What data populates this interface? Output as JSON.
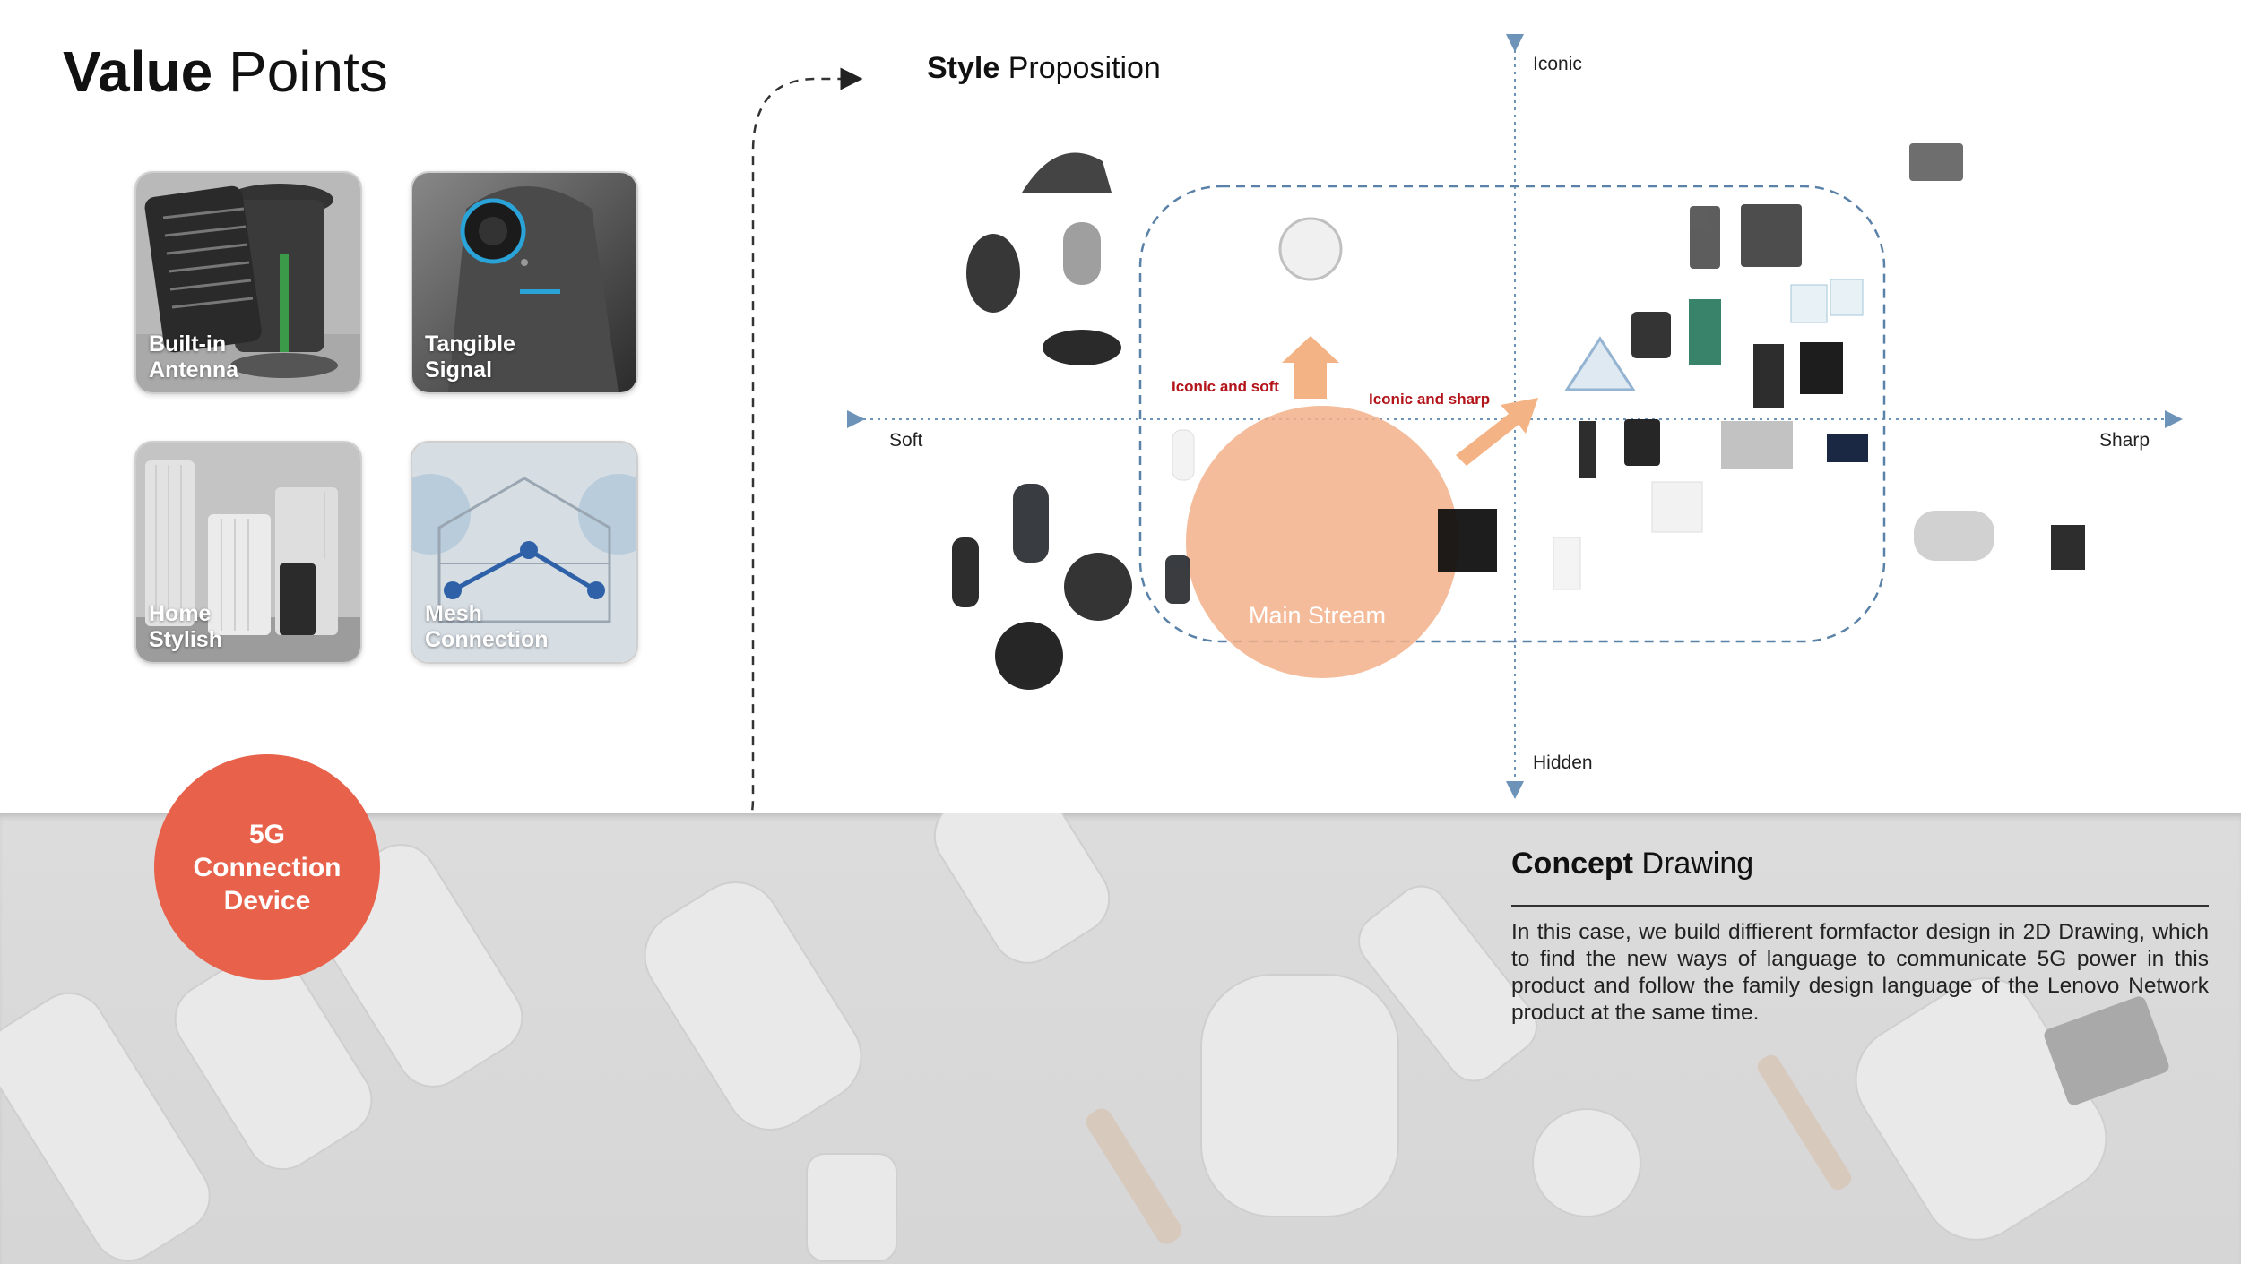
{
  "value_points": {
    "title_bold": "Value",
    "title_rest": " Points",
    "cards": [
      {
        "label": "Built-in\nAntenna"
      },
      {
        "label": "Tangible\nSignal"
      },
      {
        "label": "Home\nStylish"
      },
      {
        "label": "Mesh\nConnection"
      }
    ]
  },
  "style_proposition": {
    "title_bold": "Style",
    "title_rest": " Proposition",
    "axes": {
      "top": "Iconic",
      "bottom": "Hidden",
      "left": "Soft",
      "right": "Sharp"
    },
    "annotations": {
      "iconic_soft": "Iconic and soft",
      "iconic_sharp": "Iconic and sharp",
      "main_stream": "Main Stream"
    }
  },
  "badge": {
    "label": "5G\nConnection\nDevice"
  },
  "concept": {
    "title_bold": "Concept",
    "title_rest": " Drawing",
    "body": "In this case, we build diffierent formfactor design in 2D Drawing, which to find the new ways of language to communicate 5G power in this product and follow the family design language of the Lenovo Network product at the same time."
  },
  "colors": {
    "badge": "#e8614a",
    "main_stream": "#f2b08a",
    "arrow": "#f3b384",
    "annotation_red": "#b3141a",
    "axis": "#6d93b8"
  }
}
